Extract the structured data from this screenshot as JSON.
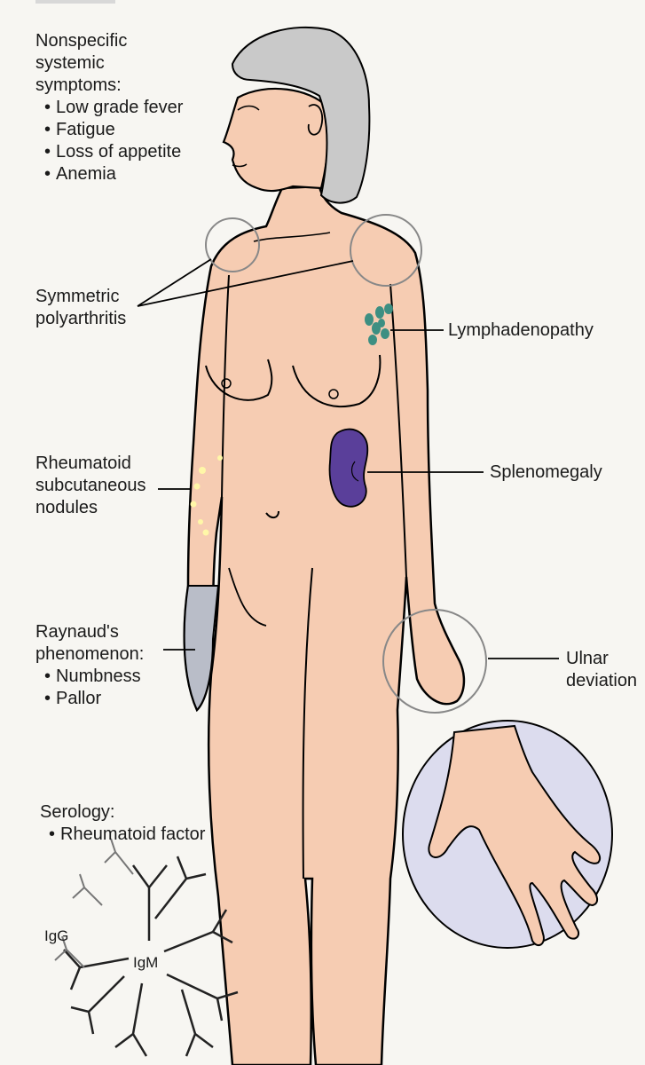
{
  "systemic": {
    "heading": [
      "Nonspecific",
      "systemic",
      "symptoms:"
    ],
    "items": [
      "Low grade fever",
      "Fatigue",
      "Loss of appetite",
      "Anemia"
    ]
  },
  "polyarthritis": [
    "Symmetric",
    "polyarthritis"
  ],
  "lymph": "Lymphadenopathy",
  "nodules": [
    "Rheumatoid",
    "subcutaneous",
    "nodules"
  ],
  "spleen": "Splenomegaly",
  "raynaud": {
    "heading": [
      "Raynaud's",
      "phenomenon:"
    ],
    "items": [
      "Numbness",
      "Pallor"
    ]
  },
  "ulnar": [
    "Ulnar",
    "deviation"
  ],
  "serology": {
    "heading": "Serology:",
    "items": [
      "Rheumatoid factor"
    ]
  },
  "antibody": {
    "igg": "IgG",
    "igm": "IgM"
  },
  "colors": {
    "skin": "#f6ccb2",
    "spleen": "#5a3f9a",
    "lymph_nodes": "#3d8f82",
    "hair": "#c9c9c9",
    "hand_circle_fill": "#dcdcee",
    "raynaud_hand": "#b9bdc8",
    "nodules": "#fff7a8"
  }
}
